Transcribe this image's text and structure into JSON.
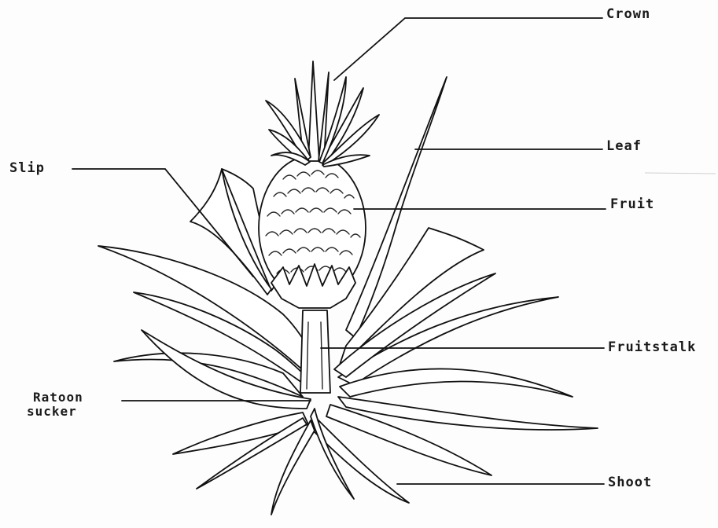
{
  "labels": {
    "crown": "Crown",
    "leaf": "Leaf",
    "fruit": "Fruit",
    "slip": "Slip",
    "fruitstalk": "Fruitstalk",
    "ratoon_line1": "Ratoon",
    "ratoon_line2": "sucker",
    "shoot": "Shoot"
  },
  "colors": {
    "ink": "#111111",
    "paper": "#fdfdfd"
  }
}
